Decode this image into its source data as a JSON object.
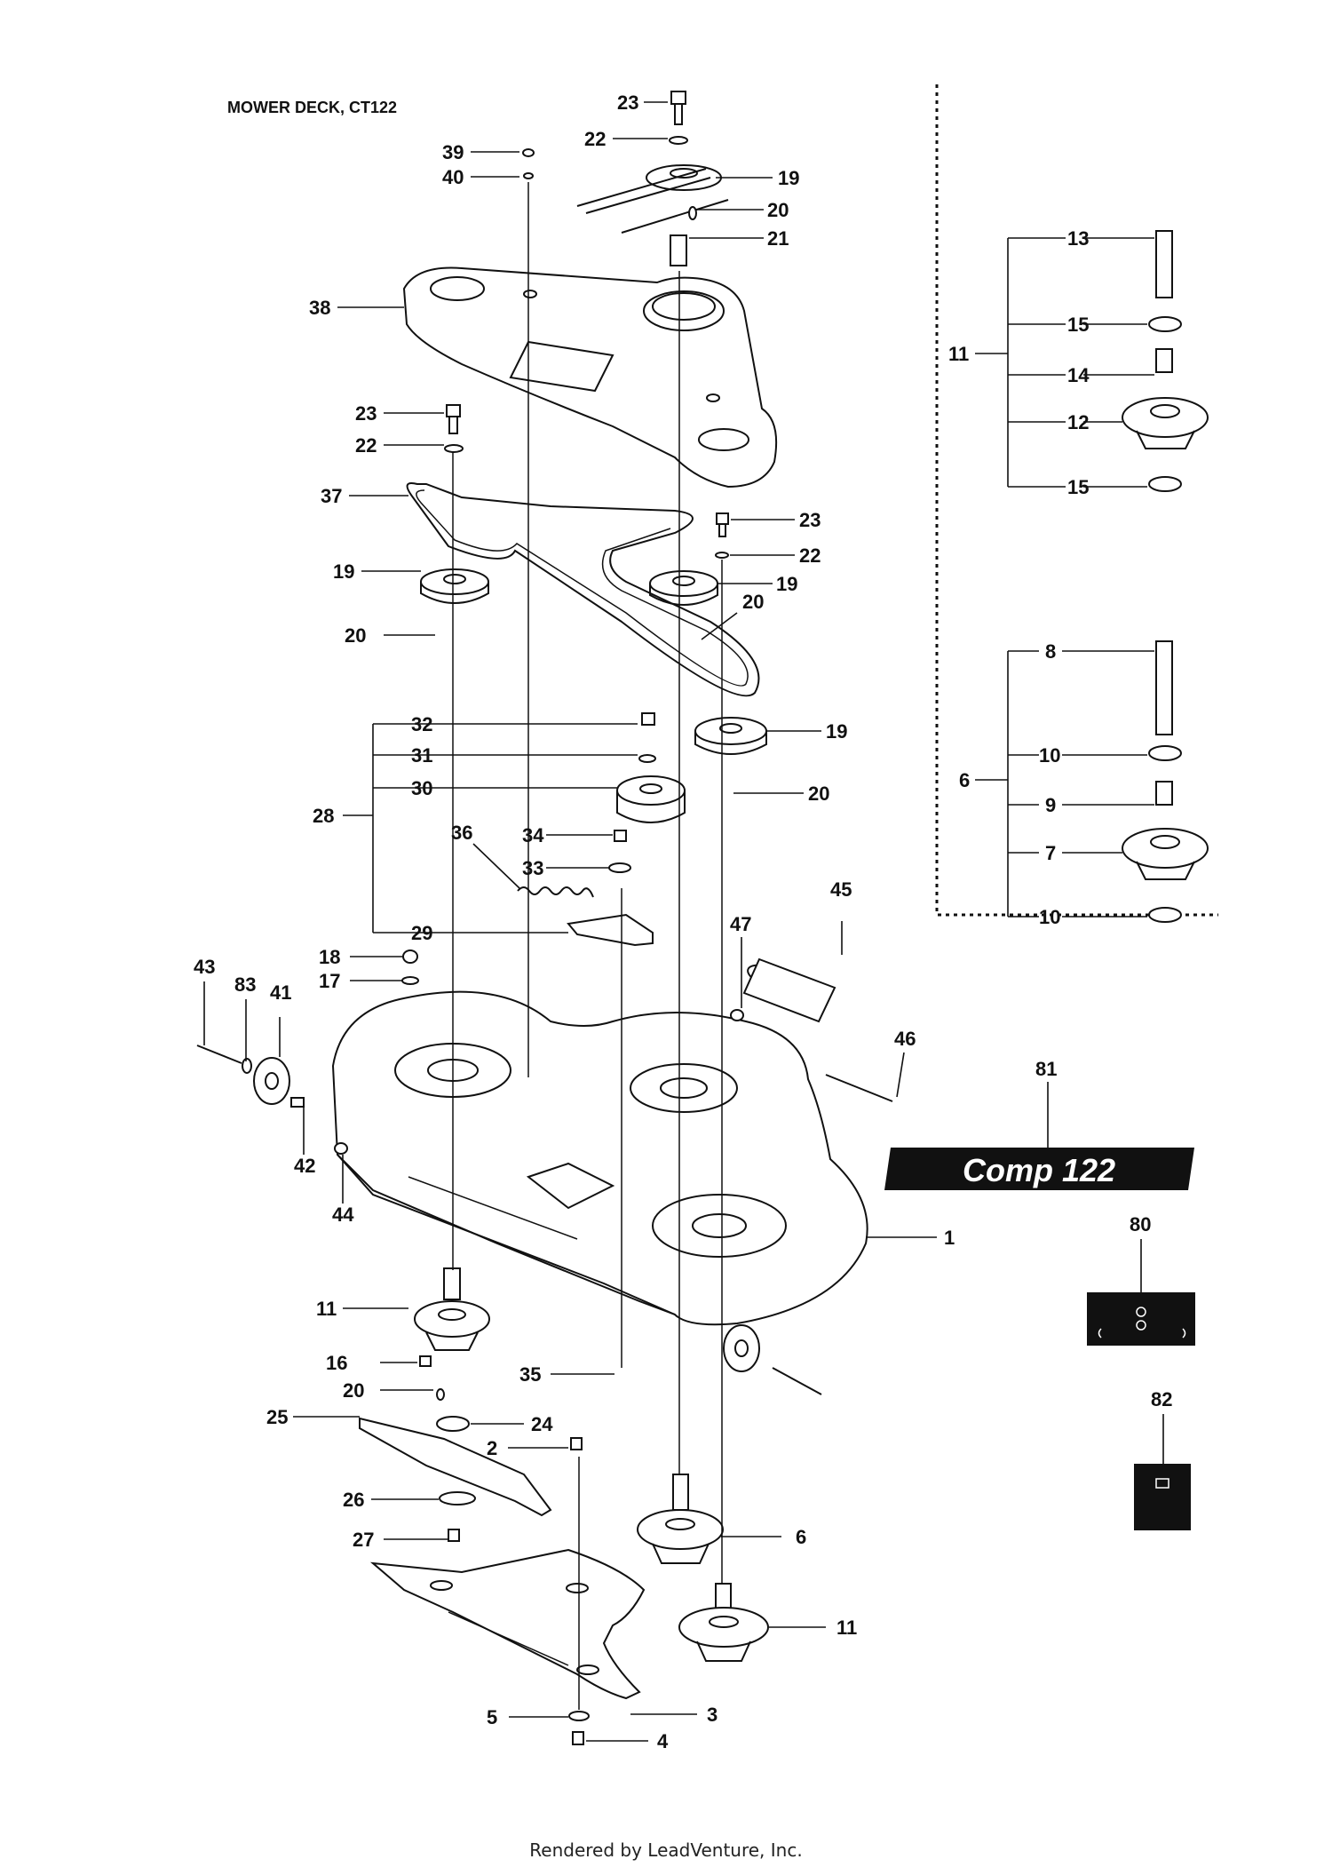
{
  "title": "MOWER DECK, CT122",
  "footer": "Rendered by LeadVenture, Inc.",
  "decal_81_text": "Comp 122",
  "callouts": {
    "c1": "1",
    "c2": "2",
    "c3": "3",
    "c4": "4",
    "c5": "5",
    "c6a": "6",
    "c6b": "6",
    "c7": "7",
    "c8": "8",
    "c9": "9",
    "c10a": "10",
    "c10b": "10",
    "c11a": "11",
    "c11b": "11",
    "c11c": "11",
    "c12": "12",
    "c13": "13",
    "c14": "14",
    "c15a": "15",
    "c15b": "15",
    "c16": "16",
    "c17": "17",
    "c18": "18",
    "c19a": "19",
    "c19b": "19",
    "c19c": "19",
    "c19d": "19",
    "c20a": "20",
    "c20b": "20",
    "c20c": "20",
    "c20d": "20",
    "c20e": "20",
    "c21": "21",
    "c22a": "22",
    "c22b": "22",
    "c22c": "22",
    "c23a": "23",
    "c23b": "23",
    "c23c": "23",
    "c24": "24",
    "c25": "25",
    "c26": "26",
    "c27": "27",
    "c28": "28",
    "c29": "29",
    "c30": "30",
    "c31": "31",
    "c32": "32",
    "c33": "33",
    "c34": "34",
    "c35": "35",
    "c36": "36",
    "c37": "37",
    "c38": "38",
    "c39": "39",
    "c40": "40",
    "c41": "41",
    "c42": "42",
    "c43": "43",
    "c44": "44",
    "c45": "45",
    "c46": "46",
    "c47": "47",
    "c80": "80",
    "c81": "81",
    "c82": "82",
    "c83": "83"
  }
}
